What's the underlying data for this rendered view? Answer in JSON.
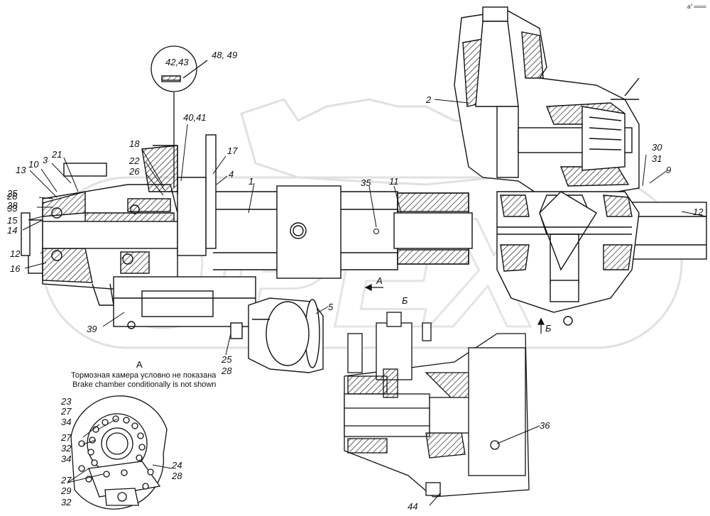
{
  "corner_mark": "a\" ═══",
  "watermark": "OPEX",
  "view_letter": "А",
  "caption_ru": "Тормозная камера условно не показана",
  "caption_en": "Brake chamber conditionally is not shown",
  "arrow_A": "А",
  "arrow_B1": "Б",
  "arrow_B2": "Б",
  "detail_labels": {
    "n42_43": "42,43",
    "n48_49": "48, 49"
  },
  "part_labels": [
    "1",
    "2",
    "3",
    "4",
    "5",
    "9",
    "10",
    "11",
    "12",
    "12",
    "13",
    "14",
    "15",
    "16",
    "17",
    "18",
    "21",
    "22",
    "25",
    "26",
    "28",
    "28",
    "33",
    "35",
    "36",
    "39",
    "40,41",
    "44",
    "25",
    "28",
    "30",
    "31"
  ],
  "view_labels": [
    "23",
    "27",
    "34",
    "27",
    "32",
    "34",
    "24",
    "28",
    "27",
    "29",
    "32"
  ]
}
